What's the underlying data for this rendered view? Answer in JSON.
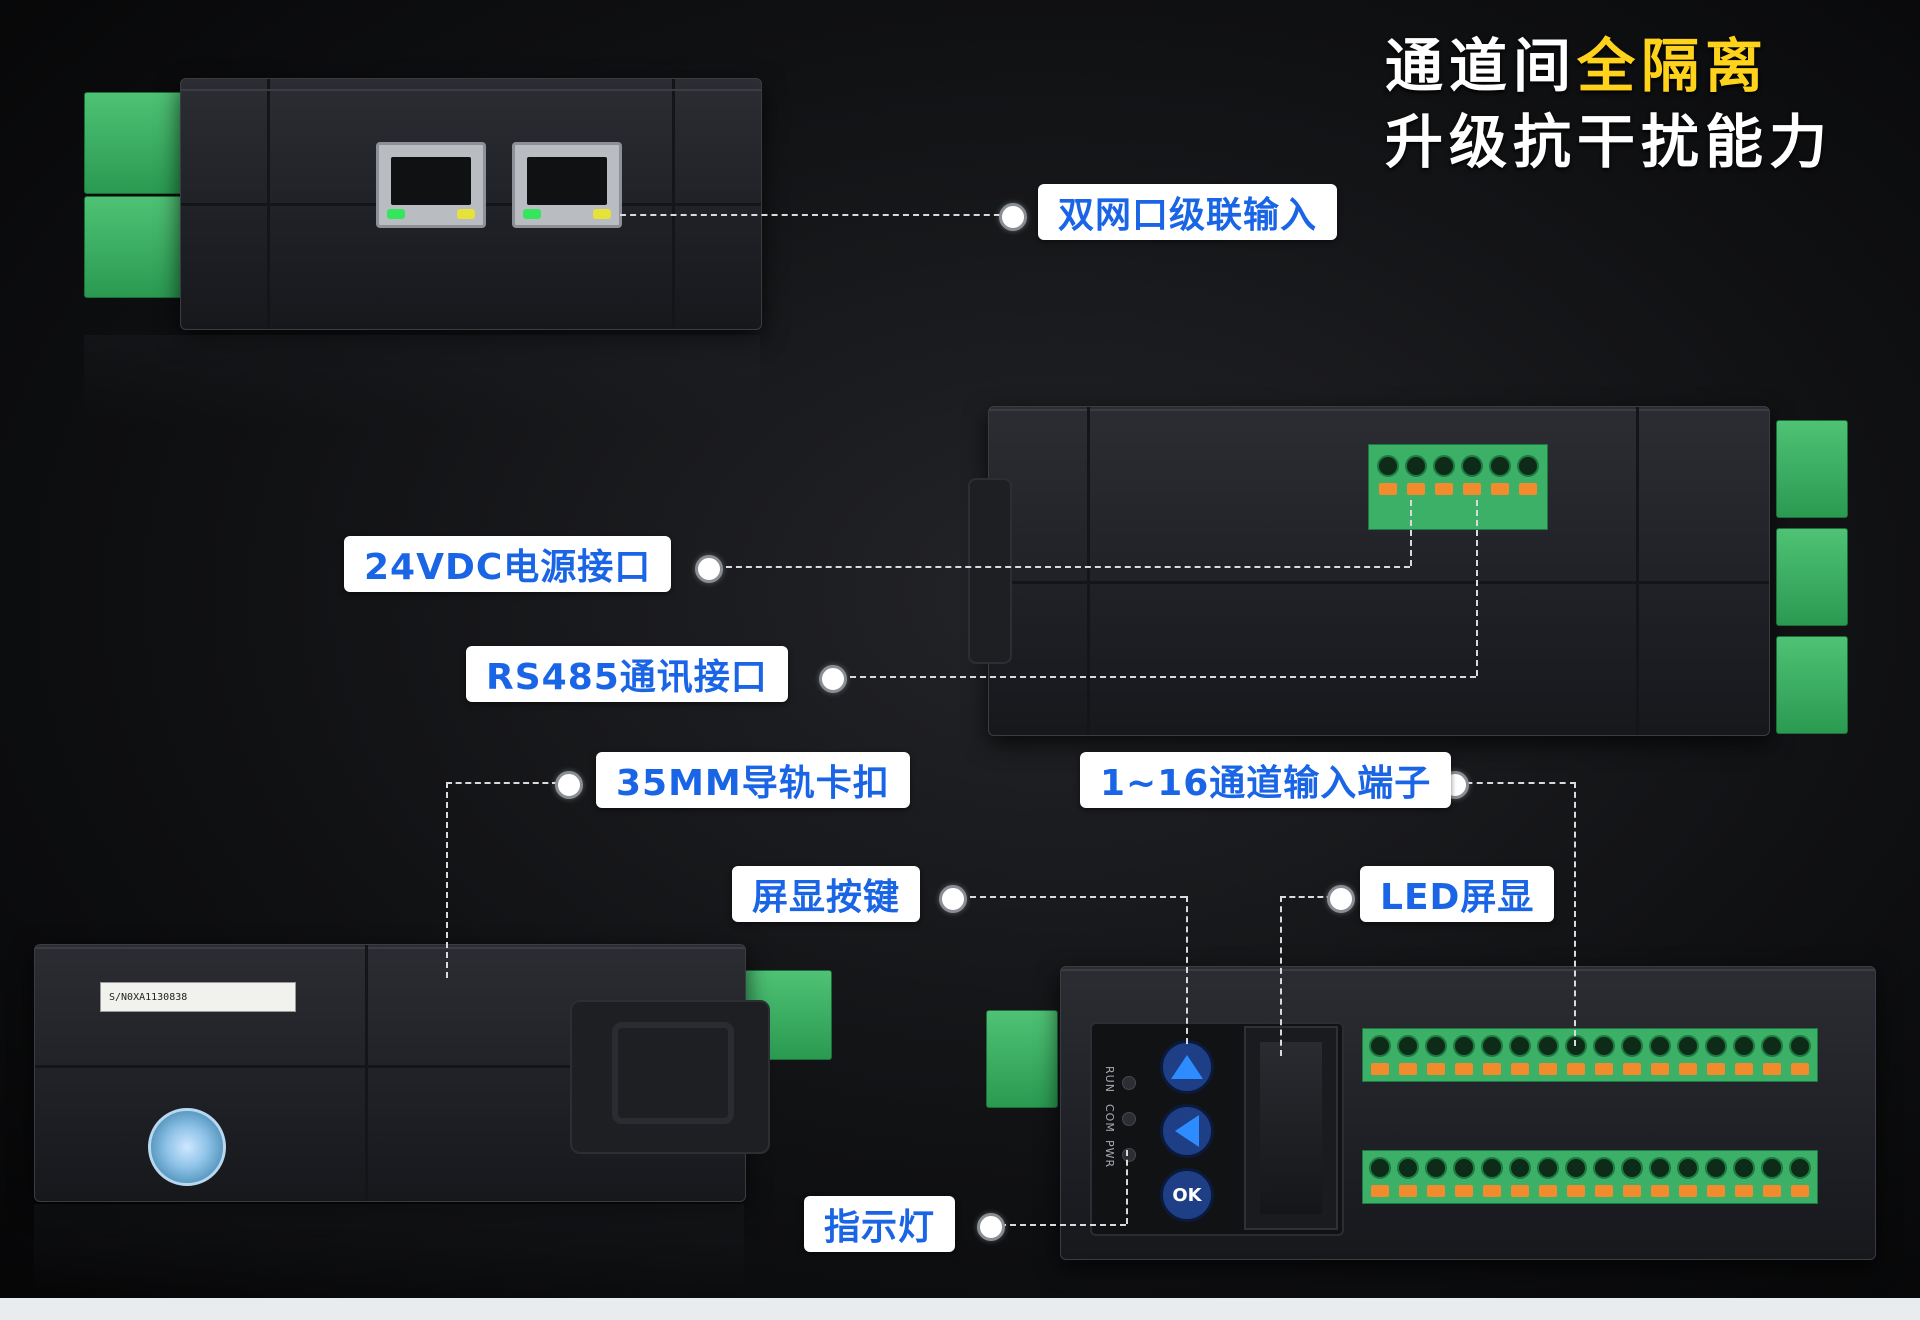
{
  "headline": {
    "line1_prefix": "通道间",
    "line1_highlight": "全隔离",
    "line2": "升级抗干扰能力"
  },
  "callouts": {
    "ethernet": "双网口级联输入",
    "power": "24VDC电源接口",
    "rs485": "RS485通讯接口",
    "din_rail": "35MM导轨卡扣",
    "input_terminals": "1~16通道输入端子",
    "display_buttons": "屏显按键",
    "led_display": "LED屏显",
    "indicator": "指示灯"
  },
  "panel": {
    "led_labels": [
      "RUN",
      "COM",
      "PWR"
    ],
    "ok_button": "OK"
  },
  "label_plate": {
    "serial": "S/N0XA1130838"
  },
  "colors": {
    "callout_text": "#1a64e6",
    "highlight": "#ffd21c",
    "terminal_green": "#3bb066",
    "terminal_orange": "#f28b2e"
  }
}
